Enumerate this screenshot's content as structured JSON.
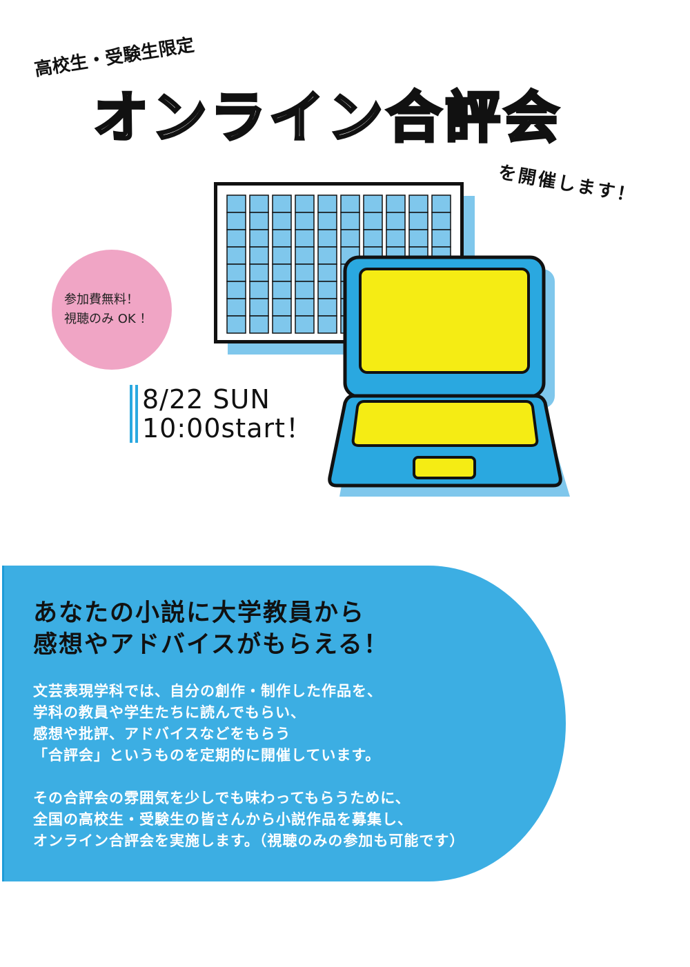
{
  "header": {
    "subtitle": "高校生・受験生限定",
    "title": "オンライン合評会",
    "tail": "を開催します！"
  },
  "badge": {
    "line1": "参加費無料！",
    "line2": "視聴のみ OK ！"
  },
  "event": {
    "date": "8/22 SUN",
    "time": "10:00start！"
  },
  "colors": {
    "accent": "#3caee3",
    "laptop": "#2aa8e0",
    "screen": "#f5ec14",
    "badge": "#f0a5c5",
    "paper": "#7fc7ec"
  },
  "body": {
    "headline": [
      "あなたの小説に大学教員から",
      "感想やアドバイスがもらえる！"
    ],
    "paragraph1": [
      "文芸表現学科では、自分の創作・制作した作品を、",
      "学科の教員や学生たちに読んでもらい、",
      "感想や批評、アドバイスなどをもらう",
      "「合評会」というものを定期的に開催しています。"
    ],
    "paragraph2": [
      "その合評会の雰囲気を少しでも味わってもらうために、",
      "全国の高校生・受験生の皆さんから小説作品を募集し、",
      "オンライン合評会を実施します。（視聴のみの参加も可能です）"
    ]
  }
}
